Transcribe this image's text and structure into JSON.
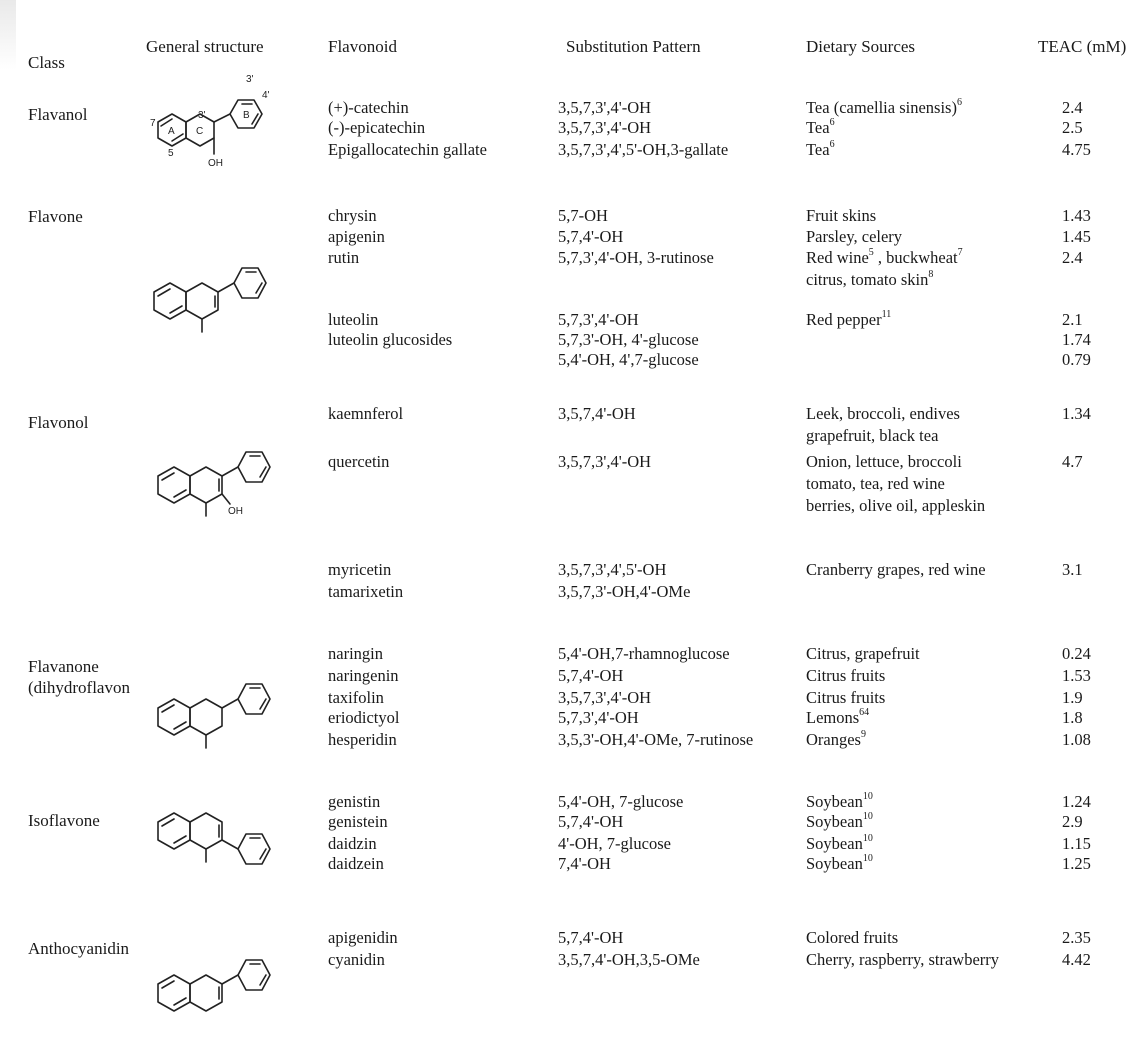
{
  "headers": {
    "class": "Class",
    "structure": "General structure",
    "flavonoid": "Flavonoid",
    "substitution": "Substitution Pattern",
    "sources": "Dietary Sources",
    "teac": "TEAC (mM)"
  },
  "classes": [
    "Flavanol",
    "Flavone",
    "Flavonol",
    "Flavanone",
    "(dihydroflavon",
    "Isoflavone",
    "Anthocyanidin"
  ],
  "structure_labels": {
    "flavanol": [
      "3'",
      "4'",
      "7",
      "A",
      "C",
      "B",
      "5",
      "OH"
    ],
    "flavonol": "OH"
  },
  "rows": [
    {
      "flavonoid": "(+)-catechin",
      "substitution": "3,5,7,3',4'-OH",
      "source": "Tea (camellia sinensis)",
      "source_ref": "6",
      "teac": "2.4"
    },
    {
      "flavonoid": "(-)-epicatechin",
      "substitution": "3,5,7,3',4'-OH",
      "source": "Tea",
      "source_ref": "6",
      "teac": "2.5"
    },
    {
      "flavonoid": "Epigallocatechin gallate",
      "substitution": "3,5,7,3',4',5'-OH,3-gallate",
      "source": "Tea",
      "source_ref": "6",
      "teac": "4.75"
    },
    {
      "flavonoid": "chrysin",
      "substitution": "5,7-OH",
      "source": "Fruit skins",
      "source_ref": "",
      "teac": "1.43"
    },
    {
      "flavonoid": "apigenin",
      "substitution": "5,7,4'-OH",
      "source": "Parsley, celery",
      "source_ref": "",
      "teac": "1.45"
    },
    {
      "flavonoid": "rutin",
      "substitution": "5,7,3',4'-OH, 3-rutinose",
      "source": "Red wine",
      "source_ref": "5",
      "source2": " , buckwheat",
      "source2_ref": "7",
      "teac": "2.4"
    },
    {
      "flavonoid": "",
      "substitution": "",
      "source": "citrus, tomato skin",
      "source_ref": "8",
      "teac": ""
    },
    {
      "flavonoid": "luteolin",
      "substitution": "5,7,3',4'-OH",
      "source": "Red pepper",
      "source_ref": "11",
      "teac": "2.1"
    },
    {
      "flavonoid": "luteolin glucosides",
      "substitution": "5,7,3'-OH, 4'-glucose",
      "source": "",
      "source_ref": "",
      "teac": "1.74"
    },
    {
      "flavonoid": "",
      "substitution": "5,4'-OH, 4',7-glucose",
      "source": "",
      "source_ref": "",
      "teac": "0.79"
    },
    {
      "flavonoid": "kaemnferol",
      "substitution": "3,5,7,4'-OH",
      "source": "Leek, broccoli, endives",
      "source_ref": "",
      "teac": "1.34"
    },
    {
      "flavonoid": "",
      "substitution": "",
      "source": "grapefruit, black tea",
      "source_ref": "",
      "teac": ""
    },
    {
      "flavonoid": "quercetin",
      "substitution": "3,5,7,3',4'-OH",
      "source": "Onion, lettuce, broccoli",
      "source_ref": "",
      "teac": "4.7"
    },
    {
      "flavonoid": "",
      "substitution": "",
      "source": "tomato, tea, red wine",
      "source_ref": "",
      "teac": ""
    },
    {
      "flavonoid": "",
      "substitution": "",
      "source": "berries, olive oil, appleskin",
      "source_ref": "",
      "teac": ""
    },
    {
      "flavonoid": "myricetin",
      "substitution": "3,5,7,3',4',5'-OH",
      "source": "Cranberry grapes, red wine",
      "source_ref": "",
      "teac": "3.1"
    },
    {
      "flavonoid": "tamarixetin",
      "substitution": "3,5,7,3'-OH,4'-OMe",
      "source": "",
      "source_ref": "",
      "teac": ""
    },
    {
      "flavonoid": "naringin",
      "substitution": "5,4'-OH,7-rhamnoglucose",
      "source": "Citrus, grapefruit",
      "source_ref": "",
      "teac": "0.24"
    },
    {
      "flavonoid": "naringenin",
      "substitution": "5,7,4'-OH",
      "source": "Citrus fruits",
      "source_ref": "",
      "teac": "1.53"
    },
    {
      "flavonoid": "taxifolin",
      "substitution": "3,5,7,3',4'-OH",
      "source": "Citrus fruits",
      "source_ref": "",
      "teac": "1.9"
    },
    {
      "flavonoid": "eriodictyol",
      "substitution": "5,7,3',4'-OH",
      "source": "Lemons",
      "source_ref": "64",
      "teac": "1.8"
    },
    {
      "flavonoid": "hesperidin",
      "substitution": "3,5,3'-OH,4'-OMe, 7-rutinose",
      "source": "Oranges",
      "source_ref": "9",
      "teac": "1.08"
    },
    {
      "flavonoid": "genistin",
      "substitution": "5,4'-OH, 7-glucose",
      "source": "Soybean",
      "source_ref": "10",
      "teac": "1.24"
    },
    {
      "flavonoid": "genistein",
      "substitution": "5,7,4'-OH",
      "source": "Soybean",
      "source_ref": "10",
      "teac": "2.9"
    },
    {
      "flavonoid": "daidzin",
      "substitution": "4'-OH, 7-glucose",
      "source": "Soybean",
      "source_ref": "10",
      "teac": "1.15"
    },
    {
      "flavonoid": "daidzein",
      "substitution": "7,4'-OH",
      "source": "Soybean",
      "source_ref": "10",
      "teac": "1.25"
    },
    {
      "flavonoid": "apigenidin",
      "substitution": "5,7,4'-OH",
      "source": "Colored fruits",
      "source_ref": "",
      "teac": "2.35"
    },
    {
      "flavonoid": "cyanidin",
      "substitution": "3,5,7,4'-OH,3,5-OMe",
      "source": "Cherry, raspberry, strawberry",
      "source_ref": "",
      "teac": "4.42"
    }
  ]
}
